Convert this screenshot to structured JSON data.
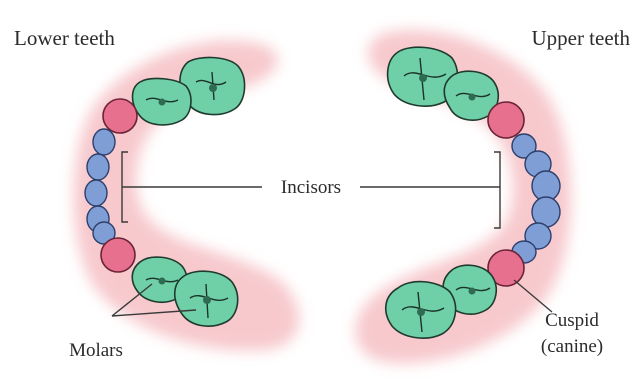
{
  "labels": {
    "lower_teeth": "Lower teeth",
    "upper_teeth": "Upper teeth",
    "incisors": "Incisors",
    "molars": "Molars",
    "cuspid": "Cuspid",
    "canine": "(canine)"
  },
  "colors": {
    "gum": "#f7c9cd",
    "molar": "#6fcfa6",
    "canine": "#e8708f",
    "incisor": "#7f9ed6",
    "text": "#2b2b2b"
  }
}
